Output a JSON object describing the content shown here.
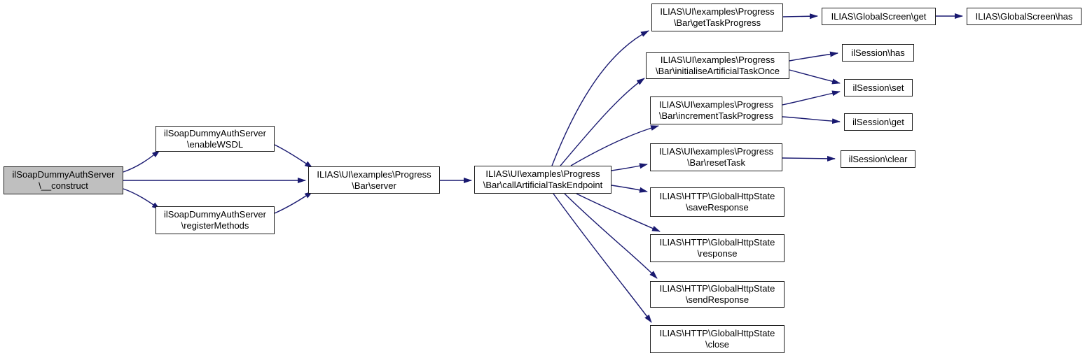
{
  "diagram": {
    "kind": "doxygen-call-graph",
    "colors": {
      "background": "#ffffff",
      "edge": "#191970",
      "node_border": "#1f1f1f",
      "node_fill": "#ffffff",
      "highlight_fill": "#bfbfbf"
    },
    "nodes": {
      "construct": {
        "label": "ilSoapDummyAuthServer\n\\__construct",
        "highlighted": true
      },
      "enable_wsdl": {
        "label": "ilSoapDummyAuthServer\n\\enableWSDL"
      },
      "register_methods": {
        "label": "ilSoapDummyAuthServer\n\\registerMethods"
      },
      "server": {
        "label": "ILIAS\\UI\\examples\\Progress\n\\Bar\\server"
      },
      "call_artificial_task_endpoint": {
        "label": "ILIAS\\UI\\examples\\Progress\n\\Bar\\callArtificialTaskEndpoint"
      },
      "get_task_progress": {
        "label": "ILIAS\\UI\\examples\\Progress\n\\Bar\\getTaskProgress"
      },
      "initialise_artificial_task_once": {
        "label": "ILIAS\\UI\\examples\\Progress\n\\Bar\\initialiseArtificialTaskOnce"
      },
      "increment_task_progress": {
        "label": "ILIAS\\UI\\examples\\Progress\n\\Bar\\incrementTaskProgress"
      },
      "reset_task": {
        "label": "ILIAS\\UI\\examples\\Progress\n\\Bar\\resetTask"
      },
      "save_response": {
        "label": "ILIAS\\HTTP\\GlobalHttpState\n\\saveResponse"
      },
      "response": {
        "label": "ILIAS\\HTTP\\GlobalHttpState\n\\response"
      },
      "send_response": {
        "label": "ILIAS\\HTTP\\GlobalHttpState\n\\sendResponse"
      },
      "close": {
        "label": "ILIAS\\HTTP\\GlobalHttpState\n\\close"
      },
      "globalscreen_get": {
        "label": "ILIAS\\GlobalScreen\\get"
      },
      "globalscreen_has": {
        "label": "ILIAS\\GlobalScreen\\has"
      },
      "ilsession_has": {
        "label": "ilSession\\has"
      },
      "ilsession_set": {
        "label": "ilSession\\set"
      },
      "ilsession_get": {
        "label": "ilSession\\get"
      },
      "ilsession_clear": {
        "label": "ilSession\\clear"
      }
    },
    "edges": [
      {
        "from": "construct",
        "to": "enable_wsdl"
      },
      {
        "from": "construct",
        "to": "server"
      },
      {
        "from": "construct",
        "to": "register_methods"
      },
      {
        "from": "enable_wsdl",
        "to": "server"
      },
      {
        "from": "register_methods",
        "to": "server"
      },
      {
        "from": "server",
        "to": "call_artificial_task_endpoint"
      },
      {
        "from": "call_artificial_task_endpoint",
        "to": "get_task_progress"
      },
      {
        "from": "call_artificial_task_endpoint",
        "to": "initialise_artificial_task_once"
      },
      {
        "from": "call_artificial_task_endpoint",
        "to": "increment_task_progress"
      },
      {
        "from": "call_artificial_task_endpoint",
        "to": "reset_task"
      },
      {
        "from": "call_artificial_task_endpoint",
        "to": "save_response"
      },
      {
        "from": "call_artificial_task_endpoint",
        "to": "response"
      },
      {
        "from": "call_artificial_task_endpoint",
        "to": "send_response"
      },
      {
        "from": "call_artificial_task_endpoint",
        "to": "close"
      },
      {
        "from": "get_task_progress",
        "to": "globalscreen_get"
      },
      {
        "from": "globalscreen_get",
        "to": "globalscreen_has"
      },
      {
        "from": "initialise_artificial_task_once",
        "to": "ilsession_has"
      },
      {
        "from": "initialise_artificial_task_once",
        "to": "ilsession_set"
      },
      {
        "from": "increment_task_progress",
        "to": "ilsession_set"
      },
      {
        "from": "increment_task_progress",
        "to": "ilsession_get"
      },
      {
        "from": "reset_task",
        "to": "ilsession_clear"
      }
    ]
  }
}
